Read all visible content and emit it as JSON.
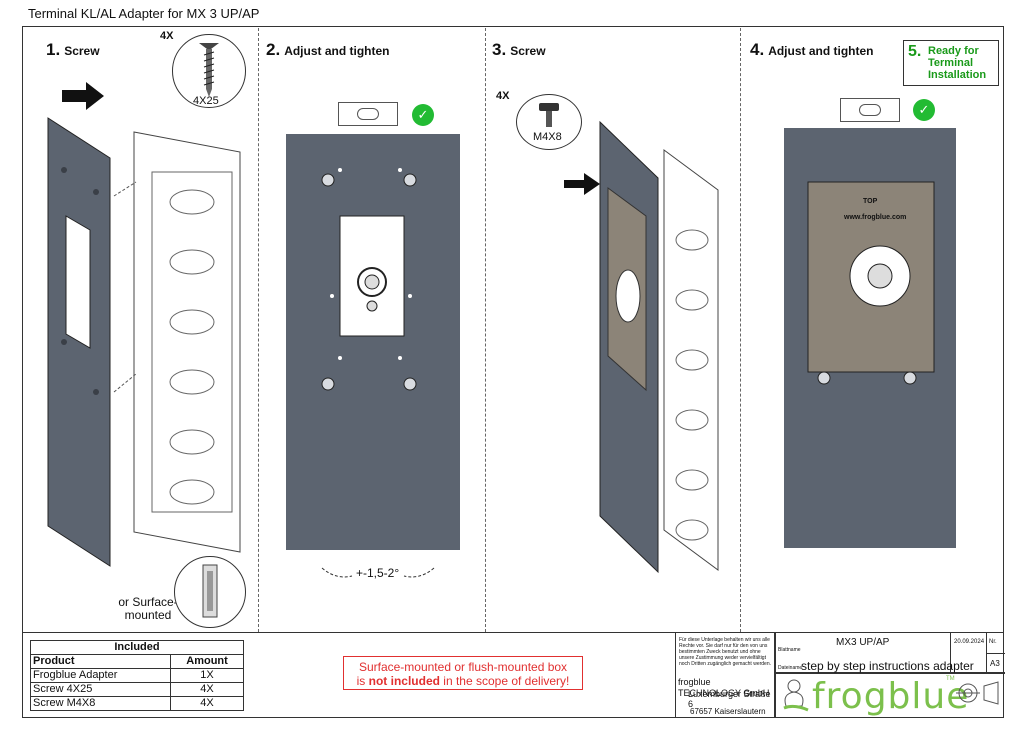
{
  "doc_title": "Terminal KL/AL Adapter for MX 3 UP/AP",
  "steps": [
    {
      "num": "1.",
      "label": "Screw"
    },
    {
      "num": "2.",
      "label": "Adjust and tighten"
    },
    {
      "num": "3.",
      "label": "Screw"
    },
    {
      "num": "4.",
      "label": "Adjust and tighten"
    },
    {
      "num": "5.",
      "label": "Ready for Terminal Installation"
    }
  ],
  "callouts": {
    "qty1": "4X",
    "screw1": "4X25",
    "qty3": "4X",
    "screw3": "M4X8",
    "alt": "or Surface-mounted",
    "angle": "+-1,5-2°",
    "top": "TOP",
    "url": "www.frogblue.com"
  },
  "included_table": {
    "title": "Included",
    "headers": [
      "Product",
      "Amount"
    ],
    "rows": [
      [
        "Frogblue Adapter",
        "1X"
      ],
      [
        "Screw 4X25",
        "4X"
      ],
      [
        "Screw M4X8",
        "4X"
      ]
    ]
  },
  "notice": {
    "line1": "Surface-mounted or flush-mounted box",
    "pre": "is ",
    "bold": "not included",
    "post": " in the scope of delivery!"
  },
  "title_block": {
    "legal": "Für diese Unterlage behalten wir uns alle Rechte vor. Sie darf nur für den von uns bestimmten Zweck benutzt und ohne unsere Zustimmung weder vervielfältigt noch Dritten zugänglich gemacht werden.",
    "company": "frogblue TECHNOLOGY GmbH",
    "street": "Luxemburger Straße 6",
    "city": "67657 Kaiserslautern",
    "project_label": "Blattname",
    "project": "MX3 UP/AP",
    "date": "20.09.2024",
    "nr_label": "Nr.",
    "file_label": "Dateiname",
    "file": "step by step instructions adapter",
    "size": "A3",
    "brand": "frogblue",
    "tm": "TM"
  },
  "colors": {
    "panel": "#5c6470",
    "ready": "#1a9a1a",
    "notice": "#e13030",
    "brand": "#7cc04c"
  }
}
